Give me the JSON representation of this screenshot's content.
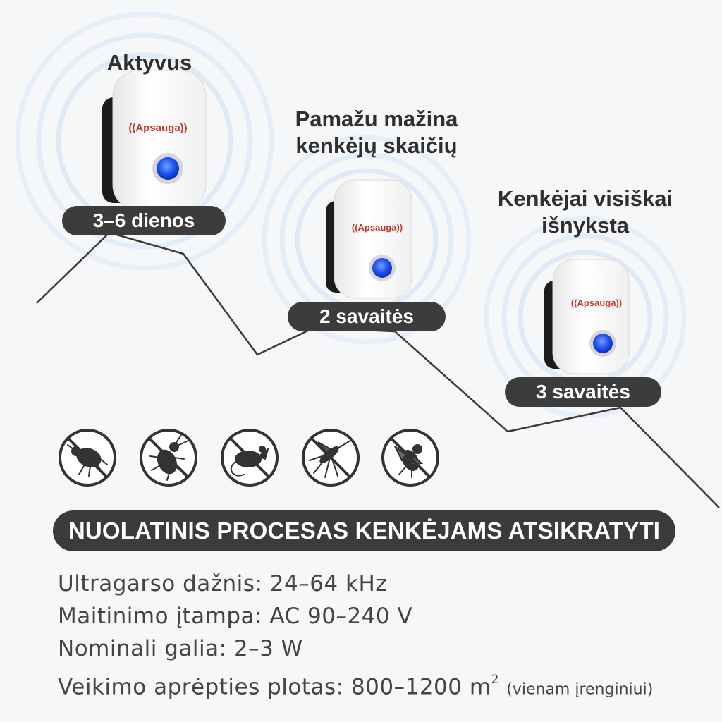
{
  "stages": [
    {
      "title_lines": [
        "Aktyvus"
      ],
      "duration": "3–6 dienos"
    },
    {
      "title_lines": [
        "Pamažu mažina",
        "kenkėjų skaičių"
      ],
      "duration": "2 savaitės"
    },
    {
      "title_lines": [
        "Kenkėjai visiškai",
        "išnyksta"
      ],
      "duration": "3 savaitės"
    }
  ],
  "device": {
    "label": "((Apsauga))",
    "label_color": "#c0392b",
    "led_color": "#1f5cff"
  },
  "pests": [
    {
      "icon": "flea-icon"
    },
    {
      "icon": "cockroach-icon"
    },
    {
      "icon": "mouse-icon"
    },
    {
      "icon": "mosquito-icon"
    },
    {
      "icon": "fly-icon"
    }
  ],
  "banner": "NUOLATINIS PROCESAS KENKĖJAMS ATSIKRATYTI",
  "specs": {
    "frequency": "Ultragarso dažnis: 24–64 kHz",
    "voltage": "Maitinimo įtampa: AC 90–240 V",
    "power": "Nominali galia: 2–3 W",
    "area": "Veikimo aprėpties plotas: 800–1200 m",
    "area_sup": "2",
    "area_note": "(vienam įrenginiui)"
  },
  "colors": {
    "pill": "#3c3c3c",
    "banner": "#3b3b3b",
    "wave": "#dbe7f6"
  }
}
